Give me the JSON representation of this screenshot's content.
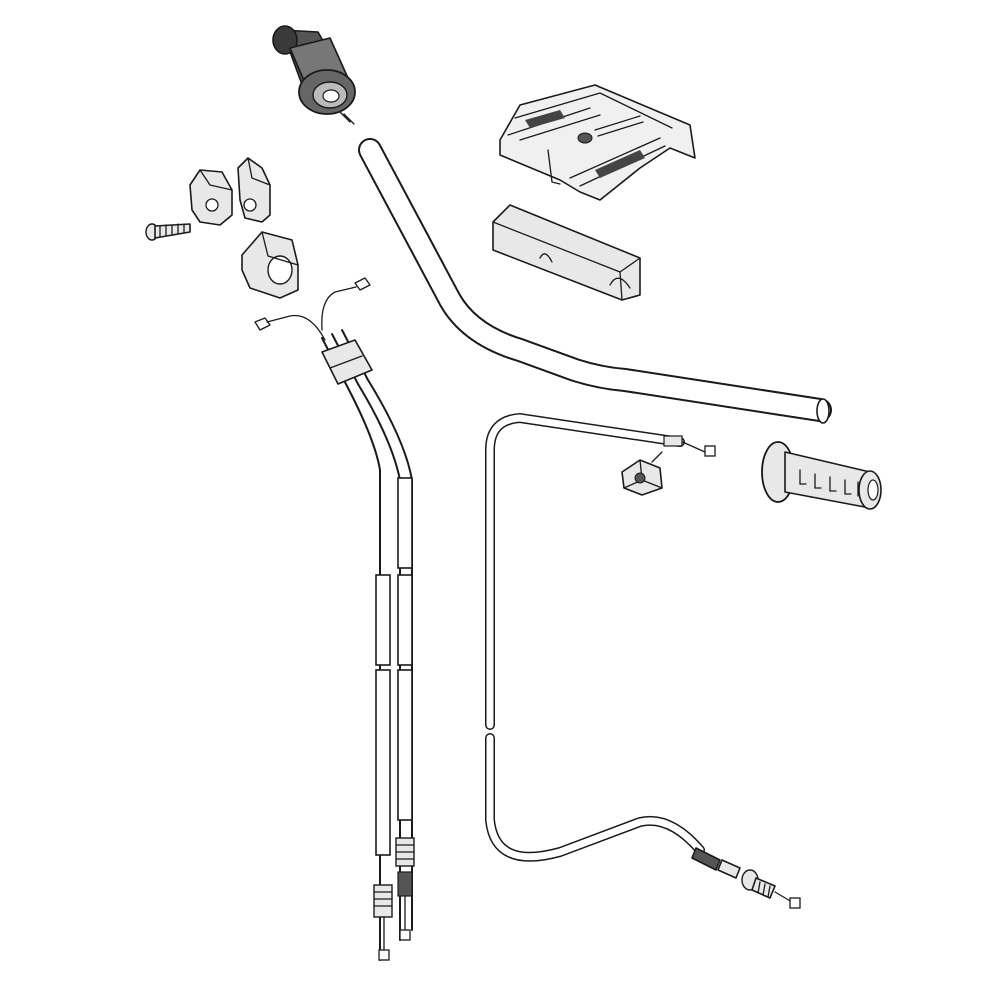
{
  "diagram": {
    "parts": [
      {
        "id": "throttle-grip",
        "icon": "throttle-grip-icon"
      },
      {
        "id": "handlebar",
        "icon": "handlebar-icon"
      },
      {
        "id": "handlebar-pad-cover",
        "icon": "pad-cover-icon"
      },
      {
        "id": "handlebar-pad",
        "icon": "pad-icon"
      },
      {
        "id": "holder-upper",
        "icon": "clamp-icon"
      },
      {
        "id": "holder-lower",
        "icon": "clamp-icon"
      },
      {
        "id": "screw",
        "icon": "screw-icon"
      },
      {
        "id": "throttle-cables",
        "icon": "cable-icon"
      },
      {
        "id": "clutch-cable",
        "icon": "cable-icon"
      },
      {
        "id": "cable-adjuster",
        "icon": "adjuster-icon"
      },
      {
        "id": "left-grip",
        "icon": "grip-icon"
      }
    ],
    "colors": {
      "ink": "#1a1a1a",
      "light-fill": "#e8e8e8",
      "dark-fill": "#555555",
      "background": "#ffffff"
    }
  }
}
